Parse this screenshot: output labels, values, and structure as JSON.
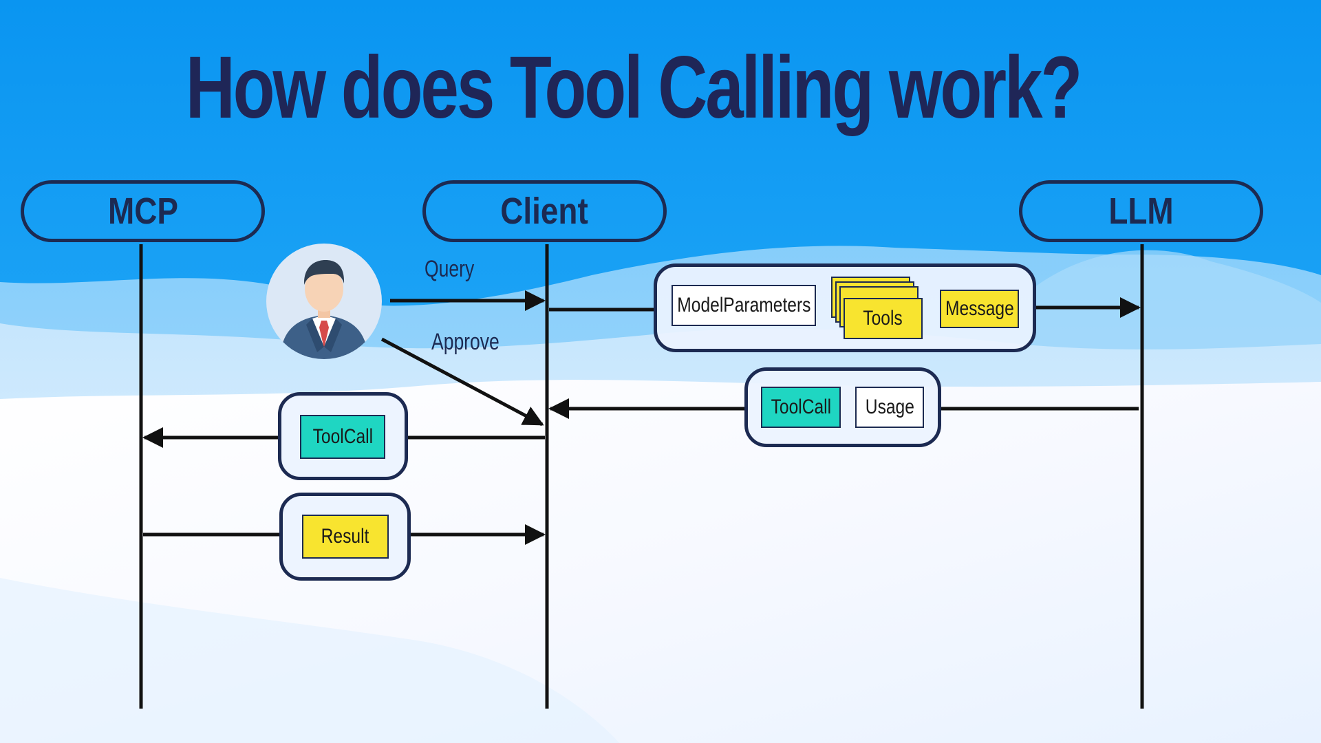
{
  "title": "How does Tool Calling work?",
  "lanes": {
    "mcp": "MCP",
    "client": "Client",
    "llm": "LLM"
  },
  "labels": {
    "query": "Query",
    "approve": "Approve"
  },
  "request": {
    "model_parameters": "ModelParameters",
    "tools": "Tools",
    "message": "Message"
  },
  "response": {
    "tool_call": "ToolCall",
    "usage": "Usage"
  },
  "client_to_mcp": {
    "tool_call": "ToolCall"
  },
  "mcp_to_client": {
    "result": "Result"
  },
  "icons": {
    "user": "user-avatar-icon"
  },
  "colors": {
    "dark": "#1c2a52",
    "yellow": "#f8e42f",
    "teal": "#1fd6c2",
    "sky": "#0a96f2"
  }
}
